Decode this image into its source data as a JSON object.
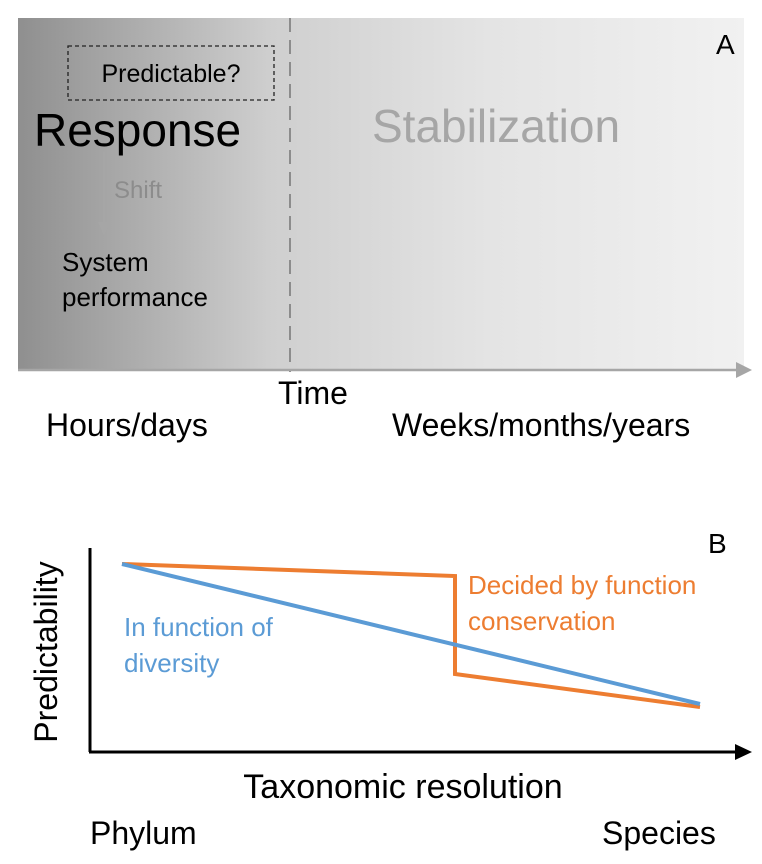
{
  "panel_a": {
    "label": "A",
    "predictable_box": "Predictable?",
    "response": "Response",
    "shift": "Shift",
    "system_performance_line1": "System",
    "system_performance_line2": "performance",
    "stabilization": "Stabilization",
    "time": "Time",
    "left_scale": "Hours/days",
    "right_scale": "Weeks/months/years"
  },
  "panel_b": {
    "label": "B",
    "ylabel": "Predictability",
    "xlabel": "Taxonomic resolution",
    "x_left": "Phylum",
    "x_right": "Species",
    "blue_label_line1": "In function of",
    "blue_label_line2": "diversity",
    "orange_label_line1": "Decided by function",
    "orange_label_line2": "conservation"
  },
  "colors": {
    "blue_series": "#5b9bd5",
    "orange_series": "#ed7d31",
    "arrow_gray": "#a6a6a6",
    "dark_gray": "#8c8c8c",
    "light_gray": "#f0f0f0"
  }
}
